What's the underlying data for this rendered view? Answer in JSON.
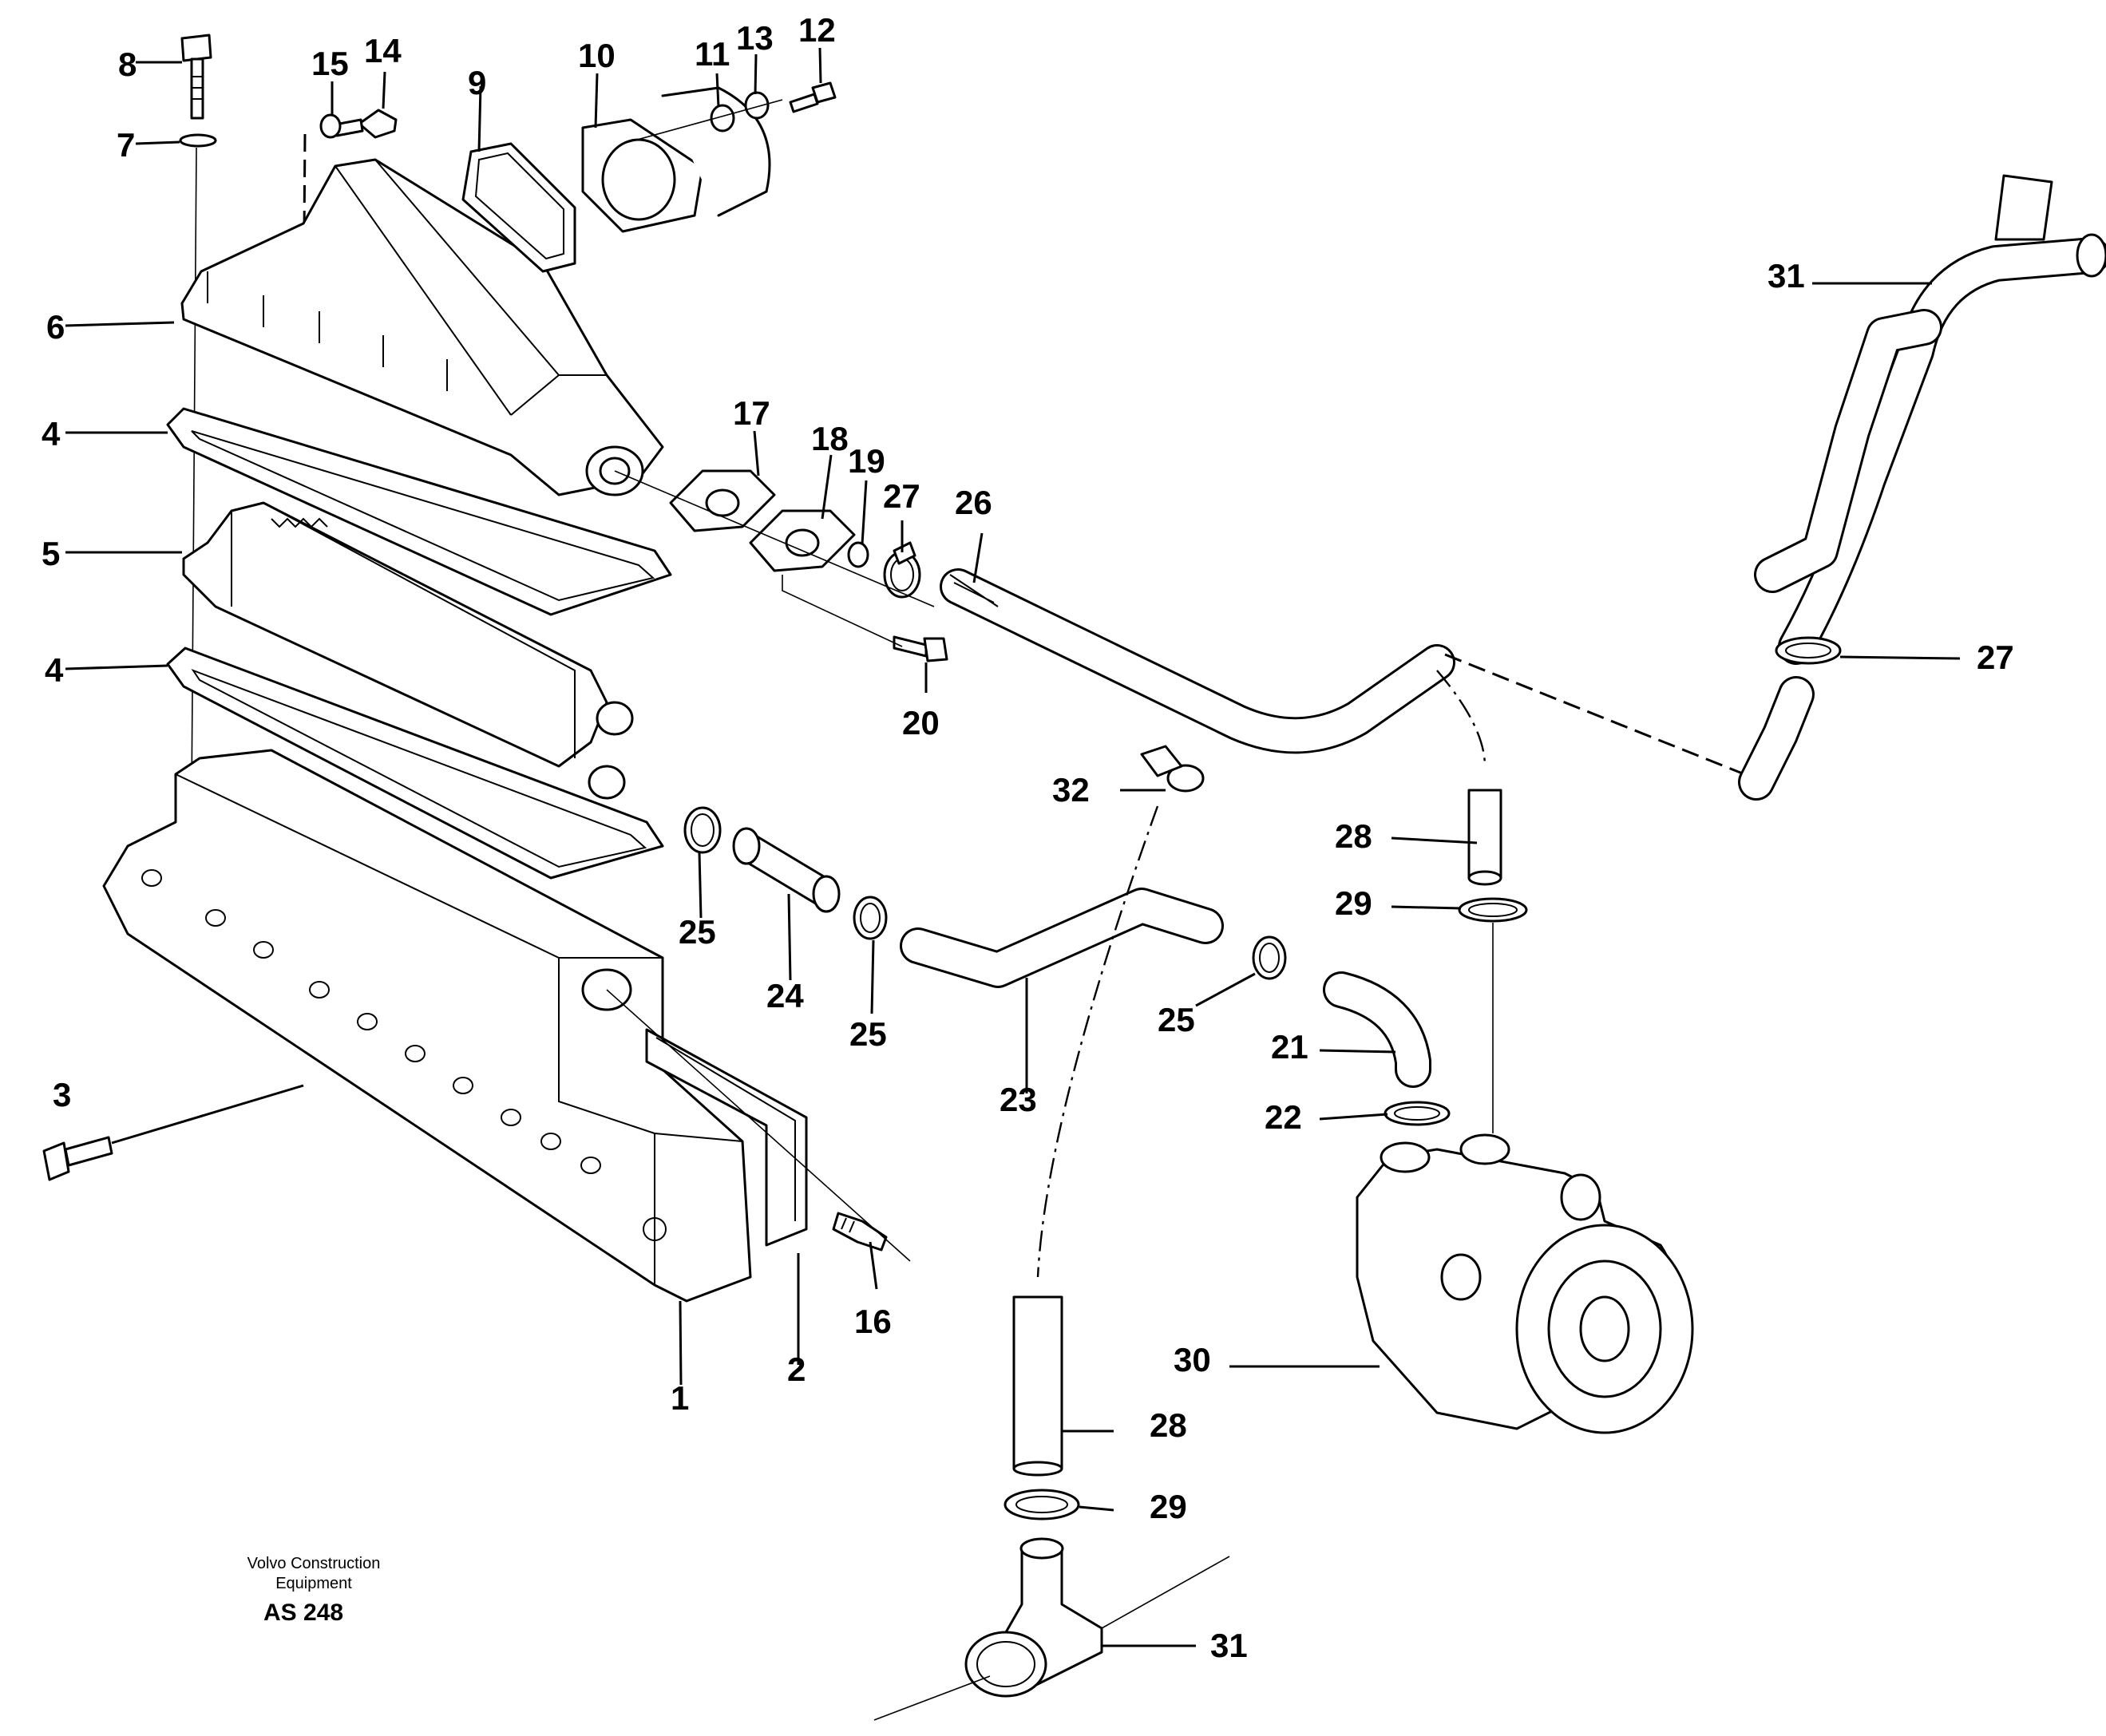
{
  "callouts": [
    {
      "id": "1",
      "text": "1"
    },
    {
      "id": "2",
      "text": "2"
    },
    {
      "id": "3",
      "text": "3"
    },
    {
      "id": "4a",
      "text": "4"
    },
    {
      "id": "4b",
      "text": "4"
    },
    {
      "id": "5",
      "text": "5"
    },
    {
      "id": "6",
      "text": "6"
    },
    {
      "id": "7",
      "text": "7"
    },
    {
      "id": "8",
      "text": "8"
    },
    {
      "id": "9",
      "text": "9"
    },
    {
      "id": "10",
      "text": "10"
    },
    {
      "id": "11",
      "text": "11"
    },
    {
      "id": "12",
      "text": "12"
    },
    {
      "id": "13",
      "text": "13"
    },
    {
      "id": "14",
      "text": "14"
    },
    {
      "id": "15",
      "text": "15"
    },
    {
      "id": "16",
      "text": "16"
    },
    {
      "id": "17",
      "text": "17"
    },
    {
      "id": "18",
      "text": "18"
    },
    {
      "id": "19",
      "text": "19"
    },
    {
      "id": "20",
      "text": "20"
    },
    {
      "id": "21",
      "text": "21"
    },
    {
      "id": "22",
      "text": "22"
    },
    {
      "id": "23",
      "text": "23"
    },
    {
      "id": "24",
      "text": "24"
    },
    {
      "id": "25a",
      "text": "25"
    },
    {
      "id": "25b",
      "text": "25"
    },
    {
      "id": "25c",
      "text": "25"
    },
    {
      "id": "26",
      "text": "26"
    },
    {
      "id": "27a",
      "text": "27"
    },
    {
      "id": "27b",
      "text": "27"
    },
    {
      "id": "28a",
      "text": "28"
    },
    {
      "id": "28b",
      "text": "28"
    },
    {
      "id": "29a",
      "text": "29"
    },
    {
      "id": "29b",
      "text": "29"
    },
    {
      "id": "30",
      "text": "30"
    },
    {
      "id": "31a",
      "text": "31"
    },
    {
      "id": "31b",
      "text": "31"
    },
    {
      "id": "32",
      "text": "32"
    }
  ],
  "caption": {
    "line1": "Volvo Construction",
    "line2": "Equipment",
    "code": "AS 248"
  }
}
